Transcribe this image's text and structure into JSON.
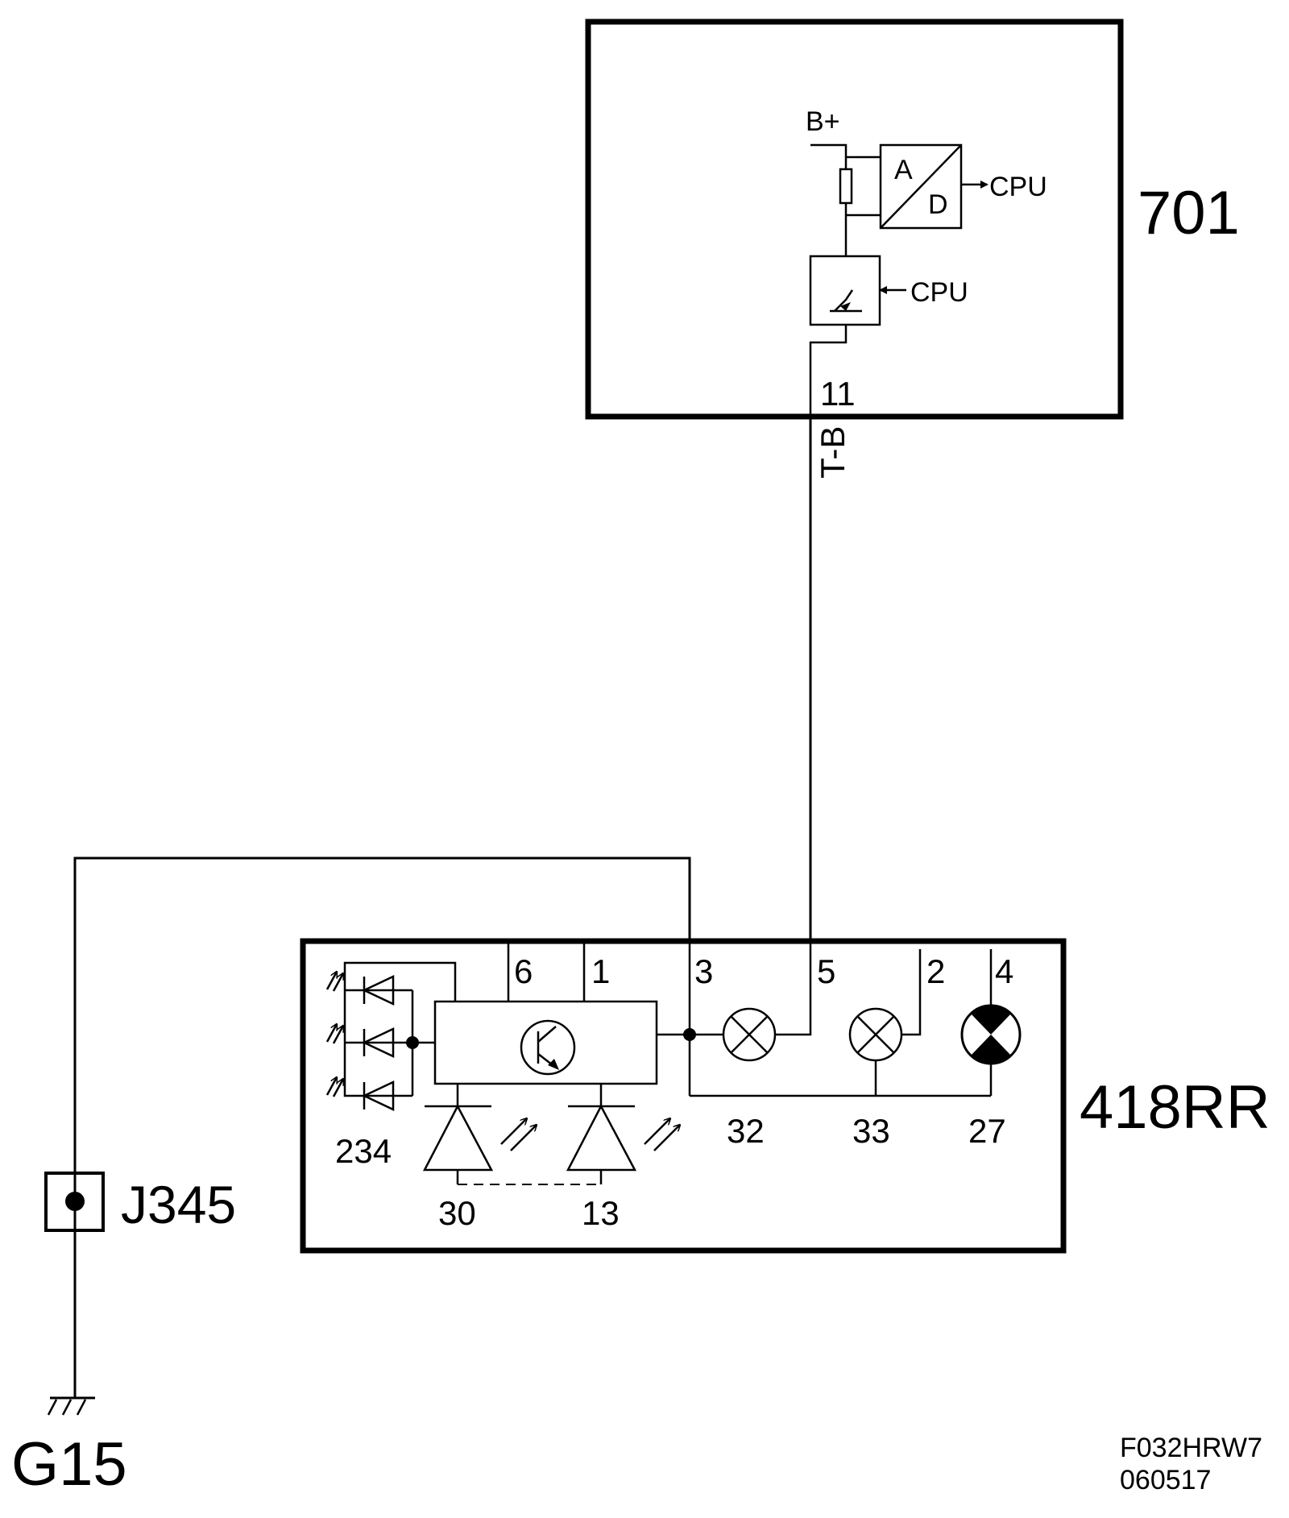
{
  "components": {
    "module_701": {
      "id": "701",
      "supply": "B+",
      "adc_in": "A",
      "adc_out": "D",
      "cpu_out": "CPU",
      "cpu_in": "CPU",
      "pin": "11"
    },
    "wire": {
      "color": "T-B"
    },
    "module_418rr": {
      "id": "418RR",
      "top_pins": [
        "6",
        "1",
        "3",
        "5",
        "2",
        "4"
      ],
      "bottom_labels": [
        "234",
        "30",
        "13",
        "32",
        "33",
        "27"
      ]
    },
    "splice": {
      "id": "J345"
    },
    "ground": {
      "id": "G15"
    }
  },
  "footer": {
    "code": "F032HRW7",
    "date": "060517"
  },
  "colors": {
    "line": "#000000",
    "background": "#ffffff"
  }
}
